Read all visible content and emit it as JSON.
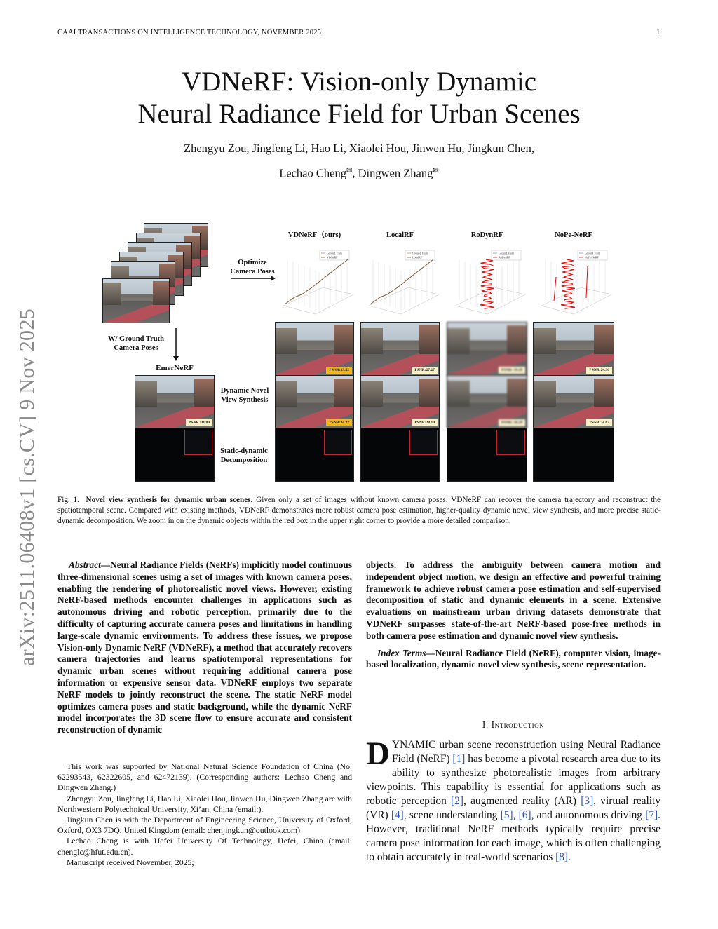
{
  "header": {
    "journal": "CAAI TRANSACTIONS ON INTELLIGENCE TECHNOLOGY, NOVEMBER 2025",
    "page": "1"
  },
  "title": {
    "line1": "VDNeRF: Vision-only Dynamic",
    "line2": "Neural Radiance Field for Urban Scenes"
  },
  "authors": {
    "line1": "Zhengyu Zou, Jingfeng Li, Hao Li, Xiaolei Hou, Jinwen Hu, Jingkun Chen,",
    "line2a": "Lechao Cheng",
    "line2b": ", Dingwen Zhang",
    "mark": "✉"
  },
  "arxiv_stamp": "arXiv:2511.06408v1  [cs.CV]  9 Nov 2025",
  "figure": {
    "optimize_label": "Optimize Camera Poses",
    "gt_label": "W/ Ground Truth Camera Poses",
    "emernerf": "EmerNeRF",
    "dnvs_label": "Dynamic Novel View Synthesis",
    "decomp_label": "Static-dynamic Decomposition",
    "emernerf_psnr": "PSNR :31.80",
    "legend_gt": "Ground Truth",
    "methods": [
      {
        "name": "VDNeRF（ours)",
        "legend": "VDNeRF",
        "psnr_top": "PSNR:33.52",
        "psnr_mid": "PSNR:34.22"
      },
      {
        "name": "LocalRF",
        "legend": "LocalRF",
        "psnr_top": "PSNR:27.27",
        "psnr_mid": "PSNR:28.10"
      },
      {
        "name": "RoDynRF",
        "legend": "RoDynRF",
        "psnr_top": "PSNR: 19.29",
        "psnr_mid": "PSNR: 18.29"
      },
      {
        "name": "NoPe-NeRF",
        "legend": "NoPe-NeRF",
        "psnr_top": "PSNR:24.96",
        "psnr_mid": "PSNR:24.63"
      }
    ]
  },
  "caption": {
    "prefix": "Fig. 1.",
    "bold": "Novel view synthesis for dynamic urban scenes.",
    "text": " Given only a set of images without known camera poses, VDNeRF can recover the camera trajectory and reconstruct the spatiotemporal scene. Compared with existing methods, VDNeRF demonstrates more robust camera pose estimation, higher-quality dynamic novel view synthesis, and more precise static-dynamic decomposition. We zoom in on the dynamic objects within the red box in the upper right corner to provide a more detailed comparison."
  },
  "abstract": {
    "label": "Abstract",
    "left": "—Neural Radiance Fields (NeRFs) implicitly model continuous three-dimensional scenes using a set of images with known camera poses, enabling the rendering of photorealistic novel views. However, existing NeRF-based methods encounter challenges in applications such as autonomous driving and robotic perception, primarily due to the difficulty of capturing accurate camera poses and limitations in handling large-scale dynamic environments. To address these issues, we propose Vision-only Dynamic NeRF (VDNeRF), a method that accurately recovers camera trajectories and learns spatiotemporal representations for dynamic urban scenes without requiring additional camera pose information or expensive sensor data. VDNeRF employs two separate NeRF models to jointly reconstruct the scene. The static NeRF model optimizes camera poses and static background, while the dynamic NeRF model incorporates the 3D scene flow to ensure accurate and consistent reconstruction of dynamic",
    "right": "objects. To address the ambiguity between camera motion and independent object motion, we design an effective and powerful training framework to achieve robust camera pose estimation and self-supervised decomposition of static and dynamic elements in a scene. Extensive evaluations on mainstream urban driving datasets demonstrate that VDNeRF surpasses state-of-the-art NeRF-based pose-free methods in both camera pose estimation and dynamic novel view synthesis."
  },
  "index_terms": {
    "label": "Index Terms",
    "text": "—Neural Radiance Field (NeRF), computer vision, image-based localization, dynamic novel view synthesis, scene representation."
  },
  "footnotes": [
    "This work was supported by National Natural Science Foundation of China (No. 62293543, 62322605, and 62472139). (Corresponding authors: Lechao Cheng and Dingwen Zhang.)",
    "Zhengyu Zou, Jingfeng Li, Hao Li, Xiaolei Hou, Jinwen Hu, Dingwen Zhang are with Northwestern Polytechnical University, Xi’an, China (email:).",
    "Jingkun Chen is with the Department of Engineering Science, University of Oxford, Oxford, OX3 7DQ, United Kingdom (email: chenjingkun@outlook.com)",
    "Lechao Cheng is with Hefei University Of Technology, Hefei, China (email: chenglc@hfut.edu.cn).",
    "Manuscript received November, 2025;"
  ],
  "intro": {
    "heading": "I. Introduction",
    "drop": "D",
    "segments": [
      {
        "t": "YNAMIC urban scene reconstruction using Neural Radiance Field (NeRF) "
      },
      {
        "t": "[1]",
        "cite": true
      },
      {
        "t": " has become a pivotal research area due to its ability to synthesize photorealistic images from arbitrary viewpoints. This capability is essential for applications such as robotic perception "
      },
      {
        "t": "[2]",
        "cite": true
      },
      {
        "t": ", augmented reality (AR) "
      },
      {
        "t": "[3]",
        "cite": true
      },
      {
        "t": ", virtual reality (VR) "
      },
      {
        "t": "[4]",
        "cite": true
      },
      {
        "t": ", scene understanding "
      },
      {
        "t": "[5]",
        "cite": true
      },
      {
        "t": ", "
      },
      {
        "t": "[6]",
        "cite": true
      },
      {
        "t": ", and autonomous driving "
      },
      {
        "t": "[7]",
        "cite": true
      },
      {
        "t": ". However, traditional NeRF methods typically require precise camera pose information for each image, which is often challenging to obtain accurately in real-world scenarios "
      },
      {
        "t": "[8]",
        "cite": true
      },
      {
        "t": "."
      }
    ]
  }
}
